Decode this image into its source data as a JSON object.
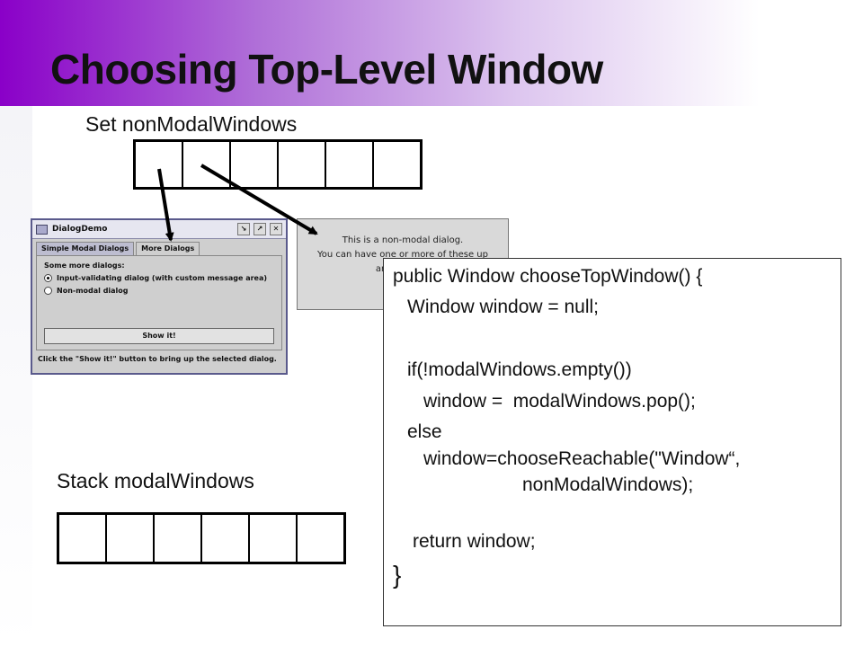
{
  "slide": {
    "title": "Choosing Top-Level Window",
    "set_label": "Set nonModalWindows",
    "stack_label": "Stack modalWindows",
    "set_cells": 6,
    "stack_cells": 6
  },
  "dialog_demo": {
    "title": "DialogDemo",
    "tabs": [
      "Simple Modal Dialogs",
      "More Dialogs"
    ],
    "active_tab": "More Dialogs",
    "heading": "Some more dialogs:",
    "options": [
      {
        "label": "Input-validating dialog (with custom message area)",
        "selected": true
      },
      {
        "label": "Non-modal dialog",
        "selected": false
      }
    ],
    "show_button": "Show it!",
    "status": "Click the \"Show it!\" button to bring up the selected dialog."
  },
  "non_modal_dialog": {
    "line1": "This is a non-modal dialog.",
    "line2": "You can have one or more of these up",
    "line3": "and still use"
  },
  "code": {
    "lines": [
      "public Window chooseTopWindow() {",
      "Window window = null;",
      "if(!modalWindows.empty())",
      "window =  modalWindows.pop();",
      "else",
      "window=chooseReachable(\"Window“,",
      "nonModalWindows);",
      "return window;",
      "}"
    ]
  }
}
